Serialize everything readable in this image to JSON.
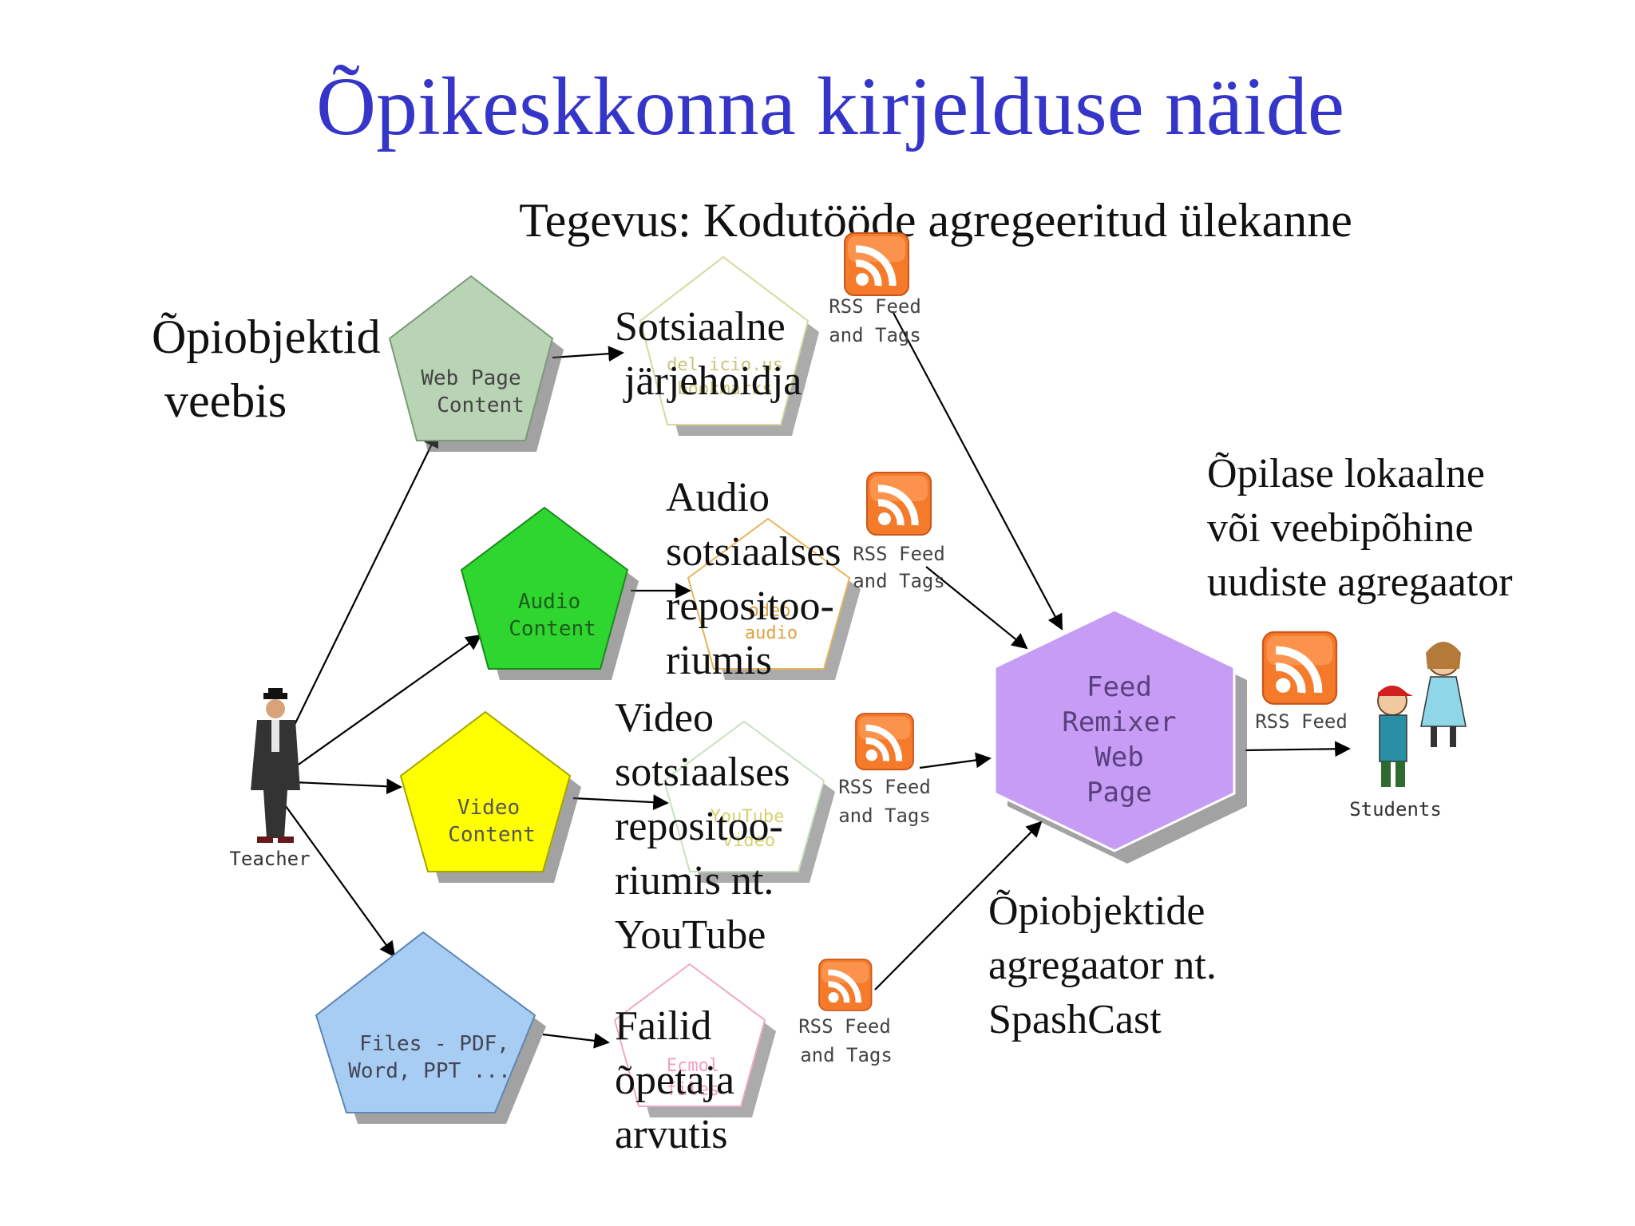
{
  "slide": {
    "title": "Õpikeskkonna kirjelduse näide",
    "activity": "Tegevus: Kodutööde agregeeritud ülekanne"
  },
  "colors": {
    "title": "#3535c9",
    "web_page": "#b9d4b5",
    "audio": "#2fd62f",
    "video": "#ffff00",
    "files": "#a8cdf3",
    "remixer": "#c79cf4",
    "rss": "#f57a2a"
  },
  "diagram": {
    "nodes": {
      "teacher": "Teacher",
      "web_page": [
        "Web Page",
        "Content"
      ],
      "audio": [
        "Audio",
        "Content"
      ],
      "video": [
        "Video",
        "Content"
      ],
      "files": [
        "Files - PDF,",
        "Word, PPT ..."
      ],
      "delicious": [
        "del.icio.us",
        "bookmarks"
      ],
      "odeo": [
        "odeo",
        "audio"
      ],
      "youtube": [
        "YouTube",
        "video"
      ],
      "ecmol": [
        "Ecmol",
        "files"
      ],
      "remixer": [
        "Feed",
        "Remixer",
        "Web",
        "Page"
      ],
      "students": "Students"
    },
    "rss_labels": {
      "rss1": [
        "RSS Feed",
        "and Tags"
      ],
      "rss2": [
        "RSS Feed",
        "and Tags"
      ],
      "rss3": [
        "RSS Feed",
        "and Tags"
      ],
      "rss4": [
        "RSS Feed",
        "and Tags"
      ],
      "rss_out": "RSS Feed"
    },
    "icons": [
      "rss-icon",
      "teacher-figure-icon",
      "students-figure-icon"
    ]
  },
  "annotations": {
    "learning_objects": [
      "Õpiobjektid",
      "veebis"
    ],
    "social_bookmark": [
      "Sotsiaalne",
      "järjehoidja"
    ],
    "audio_repo": [
      "Audio",
      "sotsiaalses",
      "repositoo-",
      "riumis"
    ],
    "video_repo": [
      "Video",
      "sotsiaalses",
      "repositoo-",
      "riumis nt.",
      "YouTube"
    ],
    "files": [
      "Failid",
      "õpetaja",
      "arvutis"
    ],
    "student_aggregator": [
      "Õpilase lokaalne",
      "või veebipõhine",
      "uudiste agregaator"
    ],
    "object_aggregator": [
      "Õpiobjektide",
      "agregaator nt.",
      "SpashCast"
    ]
  }
}
